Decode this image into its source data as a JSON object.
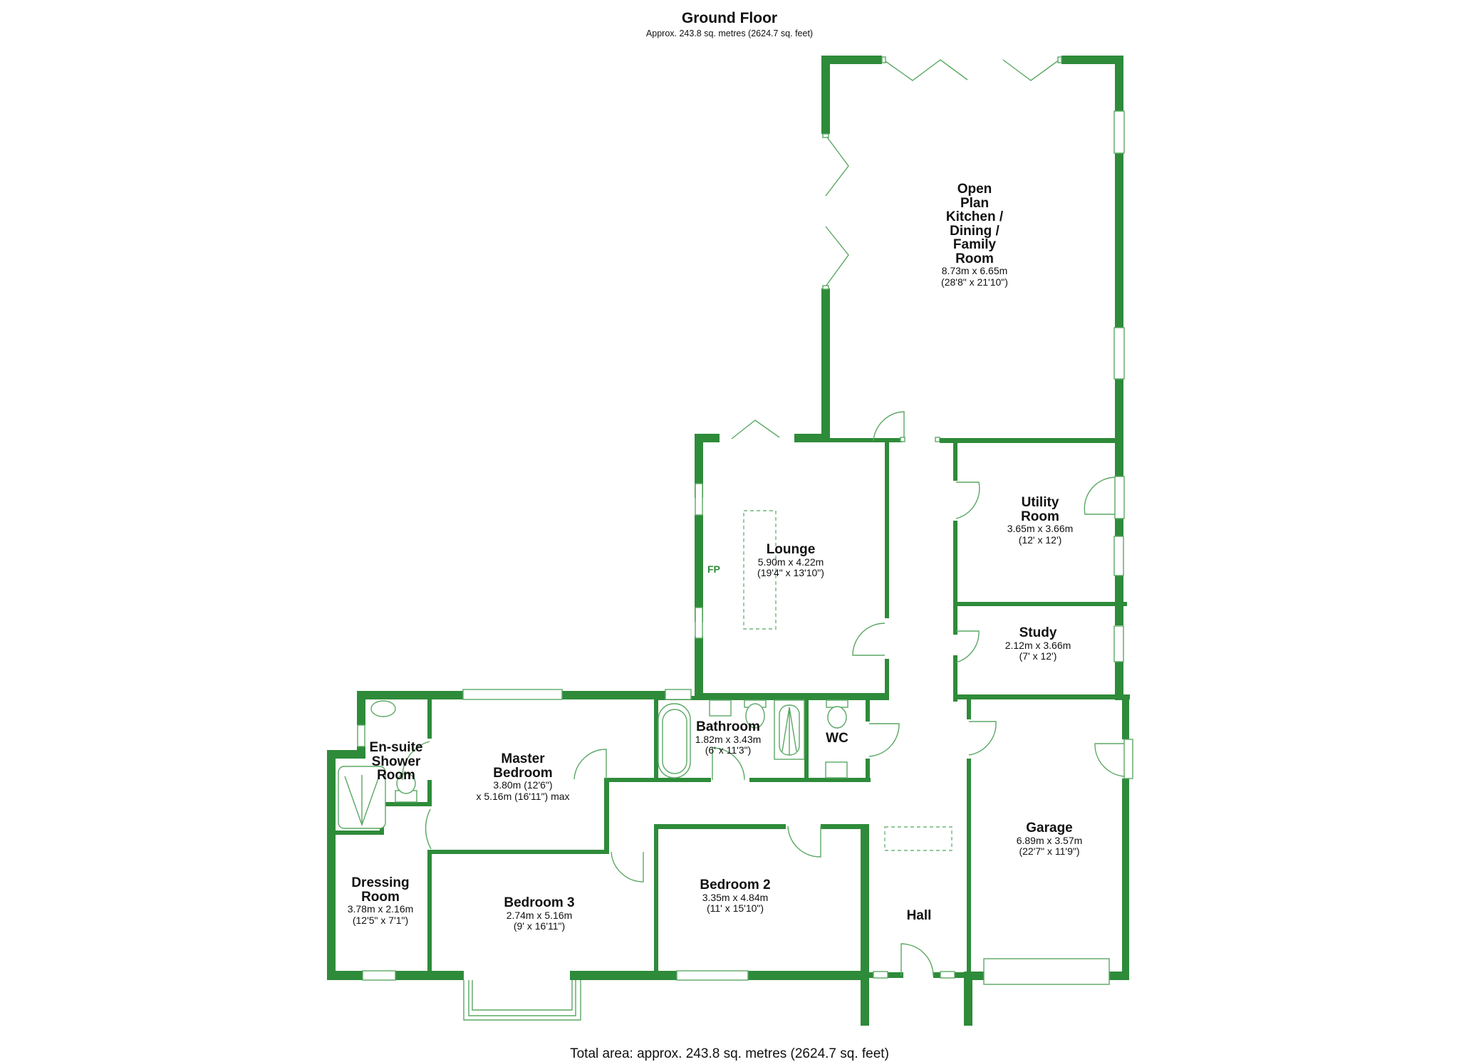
{
  "header": {
    "title": "Ground Floor",
    "subtitle": "Approx. 243.8 sq. metres (2624.7 sq. feet)"
  },
  "footer": {
    "total_area": "Total area: approx. 243.8 sq. metres (2624.7 sq. feet)"
  },
  "colors": {
    "wall": "#2e8b3a",
    "fixture_line": "#5aa864",
    "text": "#111111",
    "background": "#ffffff"
  },
  "rooms": [
    {
      "id": "open-plan",
      "name": "Open\nPlan\nKitchen /\nDining /\nFamily\nRoom",
      "dim_metric": "8.73m x 6.65m",
      "dim_imperial": "(28'8\" x 21'10\")"
    },
    {
      "id": "lounge",
      "name": "Lounge",
      "dim_metric": "5.90m x 4.22m",
      "dim_imperial": "(19'4\" x 13'10\")"
    },
    {
      "id": "utility",
      "name": "Utility\nRoom",
      "dim_metric": "3.65m x 3.66m",
      "dim_imperial": "(12' x 12')"
    },
    {
      "id": "study",
      "name": "Study",
      "dim_metric": "2.12m x 3.66m",
      "dim_imperial": "(7' x 12')"
    },
    {
      "id": "bathroom",
      "name": "Bathroom",
      "dim_metric": "1.82m x 3.43m",
      "dim_imperial": "(6' x 11'3\")"
    },
    {
      "id": "wc",
      "name": "WC",
      "dim_metric": "",
      "dim_imperial": ""
    },
    {
      "id": "ensuite",
      "name": "En-suite\nShower\nRoom",
      "dim_metric": "",
      "dim_imperial": ""
    },
    {
      "id": "master",
      "name": "Master\nBedroom",
      "dim_metric": "3.80m (12'6\")",
      "dim_imperial": "x 5.16m (16'11\") max"
    },
    {
      "id": "dressing",
      "name": "Dressing\nRoom",
      "dim_metric": "3.78m x 2.16m",
      "dim_imperial": "(12'5\" x 7'1\")"
    },
    {
      "id": "bedroom3",
      "name": "Bedroom 3",
      "dim_metric": "2.74m x 5.16m",
      "dim_imperial": "(9' x 16'11\")"
    },
    {
      "id": "bedroom2",
      "name": "Bedroom 2",
      "dim_metric": "3.35m x 4.84m",
      "dim_imperial": "(11' x 15'10\")"
    },
    {
      "id": "hall",
      "name": "Hall",
      "dim_metric": "",
      "dim_imperial": ""
    },
    {
      "id": "garage",
      "name": "Garage",
      "dim_metric": "6.89m x 3.57m",
      "dim_imperial": "(22'7\" x 11'9\")"
    }
  ],
  "annotations": {
    "fireplace": "FP"
  }
}
